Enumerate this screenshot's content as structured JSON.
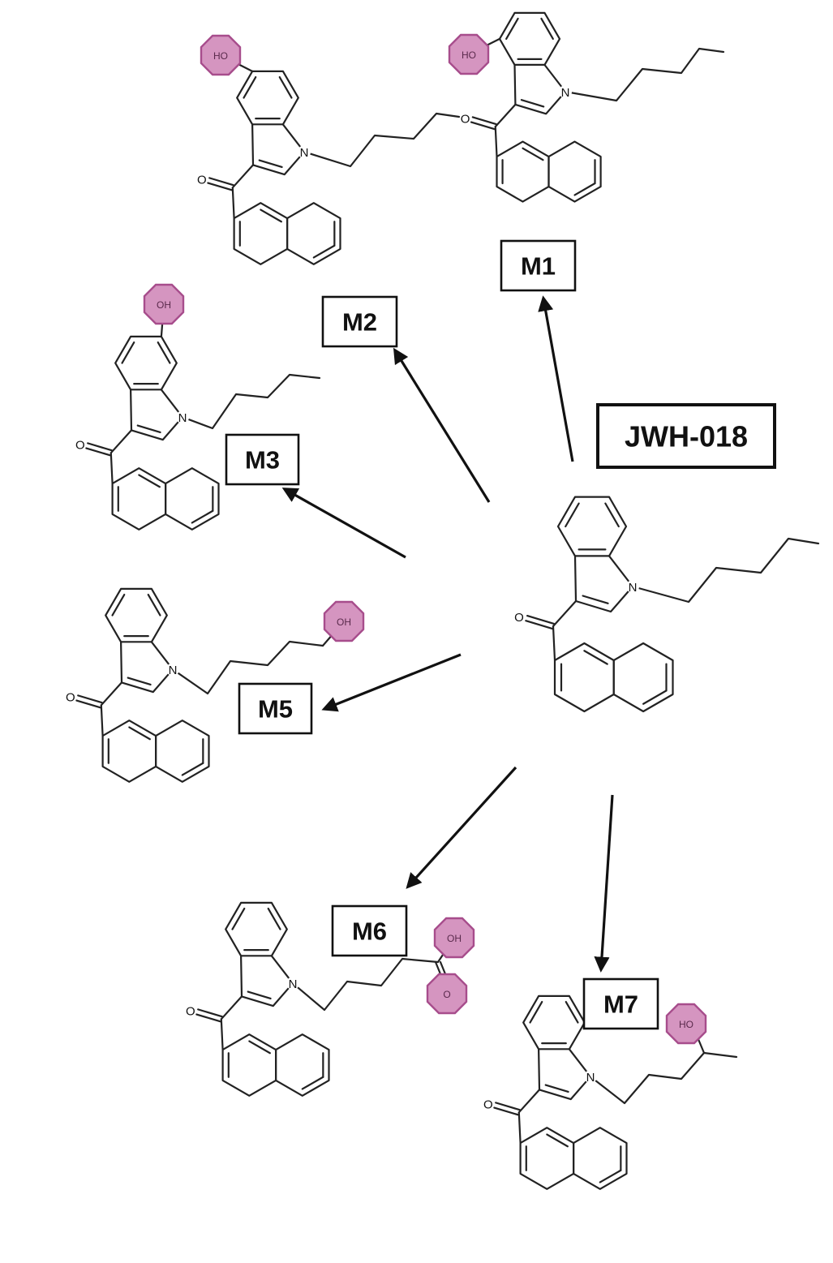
{
  "compounds": [
    {
      "id": "parent",
      "label": "JWH-018",
      "main": true
    },
    {
      "id": "m1",
      "label": "M1",
      "group": "HO"
    },
    {
      "id": "m2",
      "label": "M2",
      "group": "HO"
    },
    {
      "id": "m3",
      "label": "M3",
      "group": "OH"
    },
    {
      "id": "m5",
      "label": "M5",
      "group": "OH"
    },
    {
      "id": "m6",
      "label": "M6",
      "group": "OH",
      "group2": "O"
    },
    {
      "id": "m7",
      "label": "M7",
      "group": "HO"
    }
  ],
  "atom_labels": {
    "nitrogen": "N",
    "oxygen": "O"
  },
  "colors": {
    "highlight_fill": "#d595c0",
    "highlight_stroke": "#a74d8c",
    "line": "#222222"
  },
  "arrows": [
    {
      "from": "parent",
      "to": "m1"
    },
    {
      "from": "parent",
      "to": "m2"
    },
    {
      "from": "parent",
      "to": "m3"
    },
    {
      "from": "parent",
      "to": "m5"
    },
    {
      "from": "parent",
      "to": "m6"
    },
    {
      "from": "parent",
      "to": "m7"
    }
  ]
}
